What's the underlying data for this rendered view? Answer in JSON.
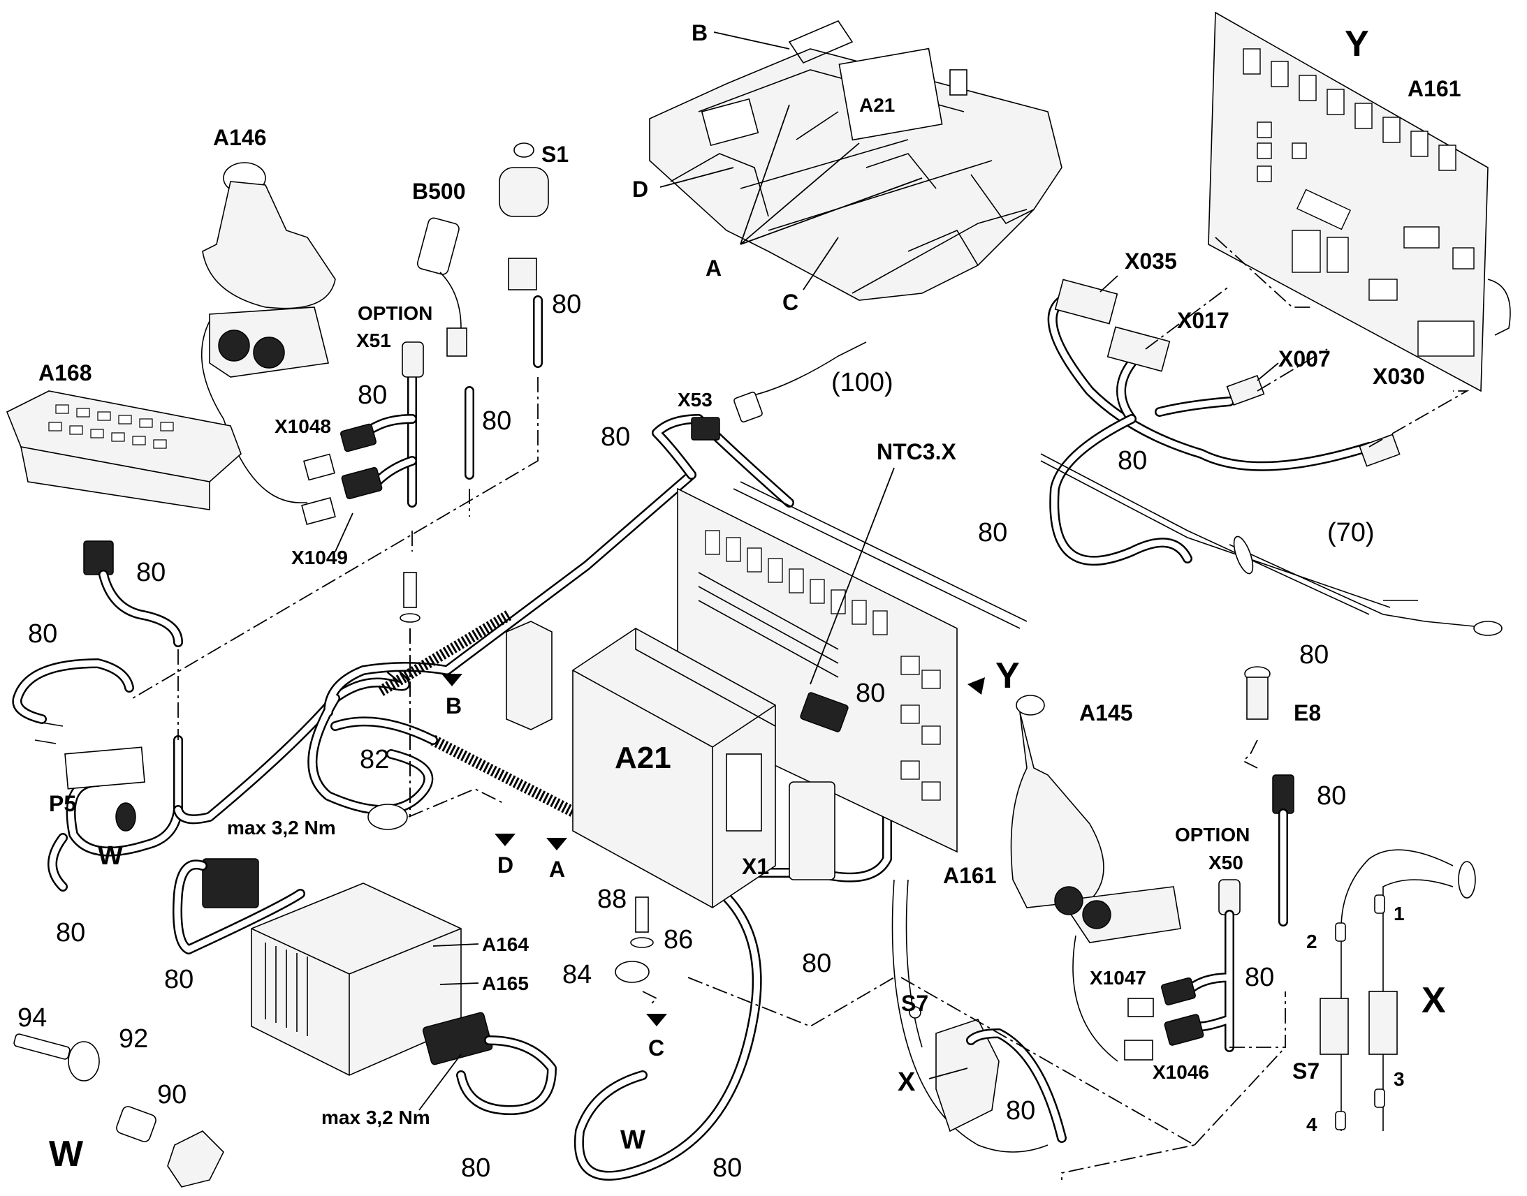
{
  "diagram": {
    "labels": {
      "A146": "A146",
      "B500": "B500",
      "S1": "S1",
      "A168": "A168",
      "option_top": "OPTION",
      "X51": "X51",
      "X1048": "X1048",
      "X1049": "X1049",
      "B": "B",
      "A_top": "A",
      "C_top": "C",
      "D_top": "D",
      "A21_top": "A21",
      "Y_top": "Y",
      "A161_top": "A161",
      "X035": "X035",
      "X017": "X017",
      "X007": "X007",
      "X030": "X030",
      "X53": "X53",
      "p100": "(100)",
      "NTC3X": "NTC3.X",
      "p70": "(70)",
      "P5": "P5",
      "W_left": "W",
      "n82": "82",
      "max1": "max 3,2 Nm",
      "max2": "max 3,2 Nm",
      "B_arrow": "B",
      "D_arrow": "D",
      "A_arrow": "A",
      "C_arrow": "C",
      "A21_mid": "A21",
      "X1": "X1",
      "A161_mid": "A161",
      "Y_mid": "Y",
      "A164": "A164",
      "A165": "A165",
      "n88": "88",
      "n86": "86",
      "n84": "84",
      "A145": "A145",
      "E8": "E8",
      "option_right": "OPTION",
      "X50": "X50",
      "X1047": "X1047",
      "X1046": "X1046",
      "S7_mid": "S7",
      "X_mid": "X",
      "S7_right": "S7",
      "X_big": "X",
      "n1": "1",
      "n2": "2",
      "n3": "3",
      "n4": "4",
      "n94": "94",
      "n92": "92",
      "n90": "90",
      "W_big": "W",
      "W_bottom": "W",
      "cable80": "80"
    }
  }
}
